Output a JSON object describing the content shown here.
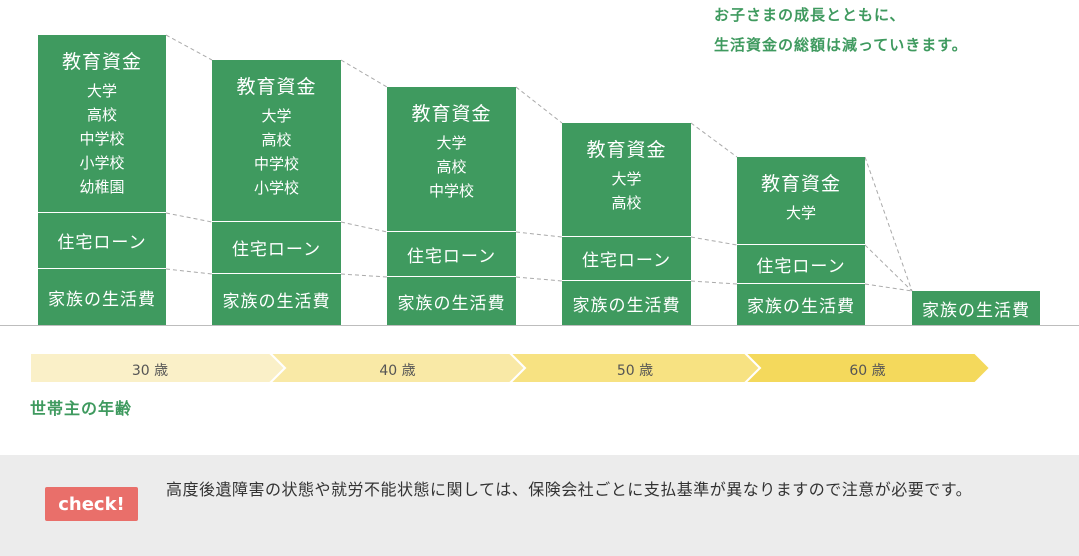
{
  "caption": {
    "line1": "お子さまの成長とともに、",
    "line2": "生活資金の総額は減っていきます。"
  },
  "columns": [
    {
      "age": "30 歳",
      "education": {
        "title": "教育資金",
        "items": [
          "大学",
          "高校",
          "中学校",
          "小学校",
          "幼稚園"
        ]
      },
      "housing": "住宅ローン",
      "living": "家族の生活費"
    },
    {
      "age": "40 歳",
      "education": {
        "title": "教育資金",
        "items": [
          "大学",
          "高校",
          "中学校",
          "小学校"
        ]
      },
      "housing": "住宅ローン",
      "living": "家族の生活費"
    },
    {
      "age": "50 歳",
      "education": {
        "title": "教育資金",
        "items": [
          "大学",
          "高校",
          "中学校"
        ]
      },
      "housing": "住宅ローン",
      "living": "家族の生活費"
    },
    {
      "age": "60 歳",
      "education": {
        "title": "教育資金",
        "items": [
          "大学",
          "高校"
        ]
      },
      "housing": "住宅ローン",
      "living": "家族の生活費"
    },
    {
      "education": {
        "title": "教育資金",
        "items": [
          "大学"
        ]
      },
      "housing": "住宅ローン",
      "living": "家族の生活費"
    },
    {
      "living": "家族の生活費"
    }
  ],
  "age_axis": {
    "title": "世帯主の年齢",
    "colors": [
      "#faf0c8",
      "#f9e9a6",
      "#f7e282",
      "#f4d95c"
    ]
  },
  "colors": {
    "box": "#3f9a5f",
    "note_bg": "#ececec",
    "check_badge": "#e96f6a"
  },
  "note": {
    "badge": "check!",
    "text": "高度後遺障害の状態や就労不能状態に関しては、保険会社ごとに支払基準が異なりますので注意が必要です。"
  }
}
